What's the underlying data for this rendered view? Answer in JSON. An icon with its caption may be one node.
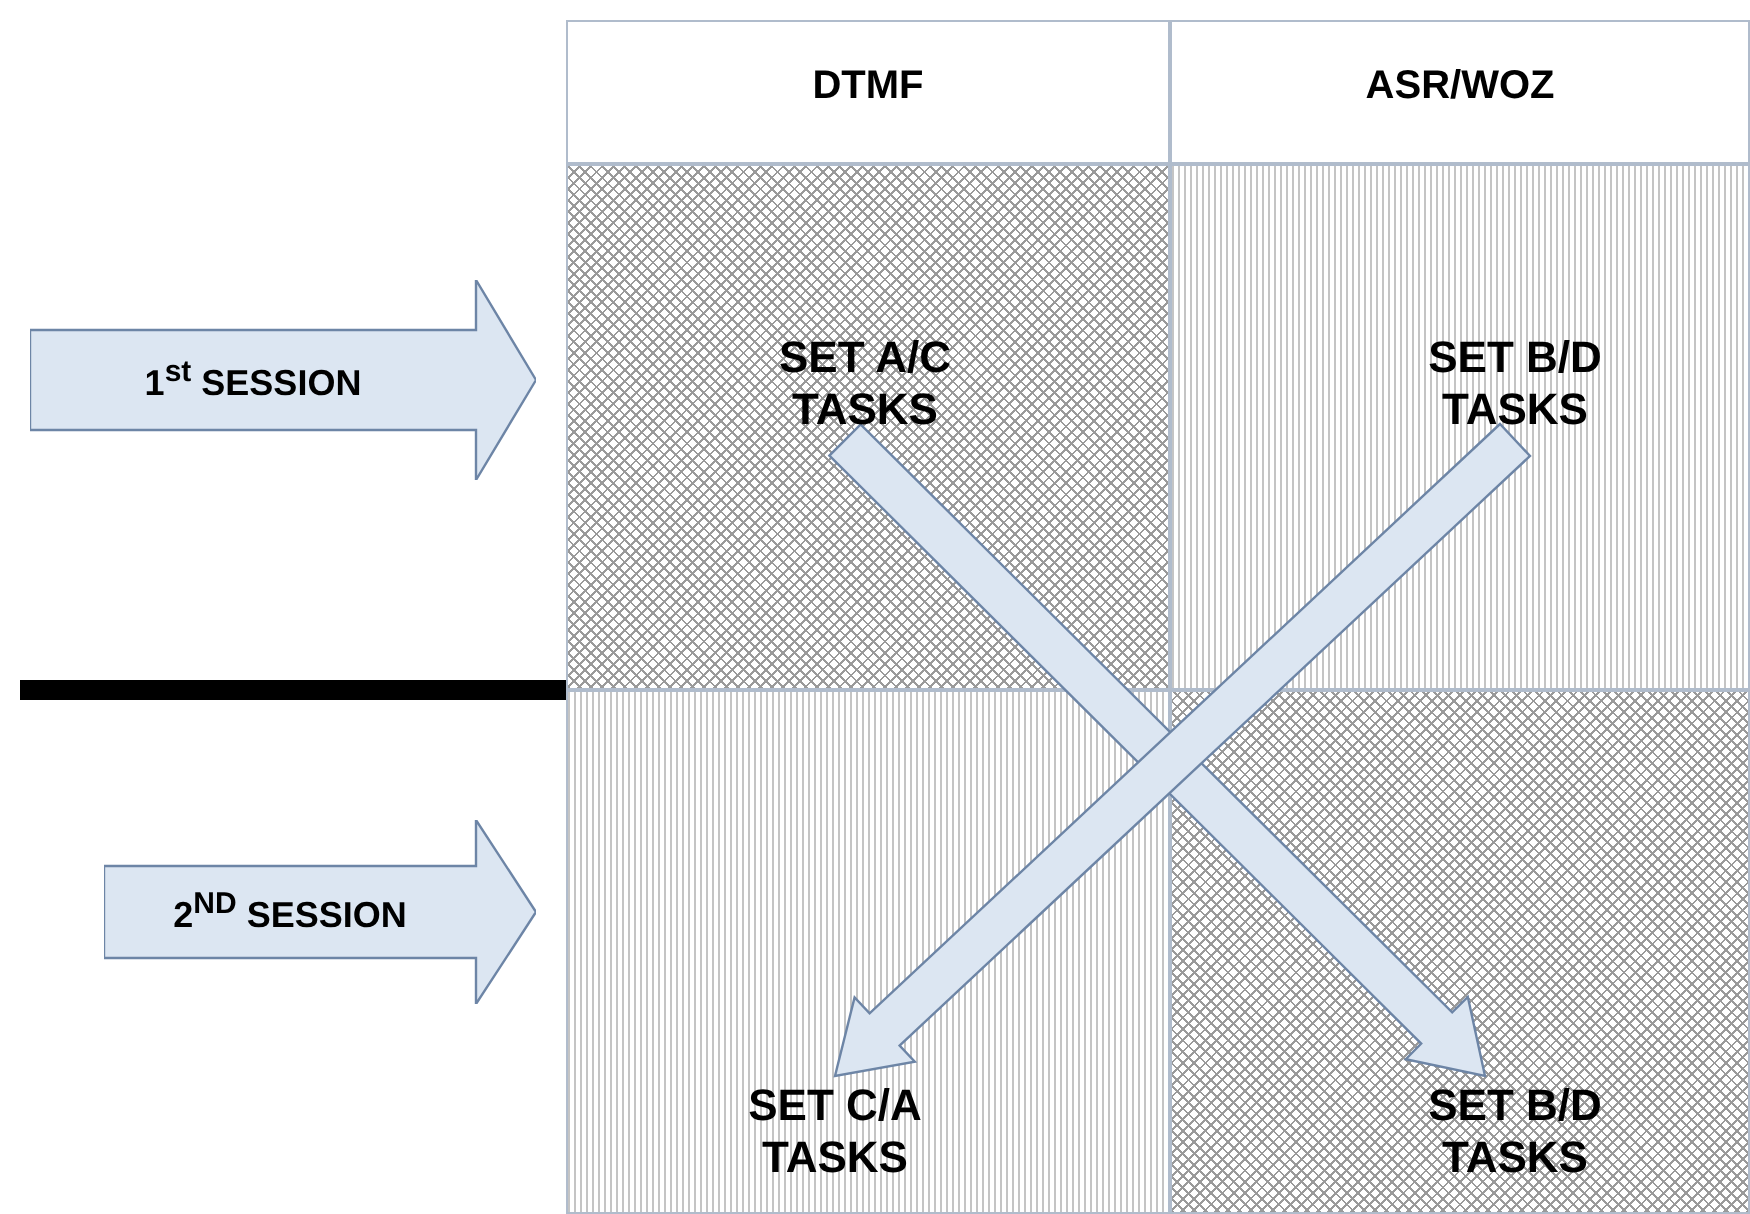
{
  "diagram": {
    "nodes": [
      {
        "text": [
          "1$^{st}$ SESSION"
        ]
      },
      {
        "text": [
          "SET A/C TASKS"
        ]
      },
      {
        "text": [
          "SET B/D TASKS"
        ]
      },
      {
        "text": [
          "2$^{ND}$ SESSION"
        ]
      },
      {
        "text": [
          "SET C/A TASKS"
        ]
      },
      {
        "text": [
          "SET B/D TASKS"
        ]
      }
    ],
    "edges": [
      {
        "from": 1,
        "to": 5,
        "arrow": "to"
      },
      {
        "from": 2,
        "to": 4,
        "arrow": "to"
      }
    ],
    "labels": [
      "DTMF",
      "ASR/WOZ"
    ]
  }
}
